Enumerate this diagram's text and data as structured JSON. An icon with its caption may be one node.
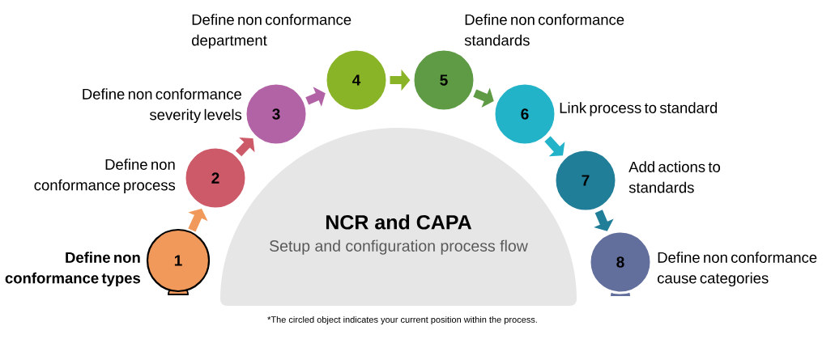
{
  "diagram": {
    "caption": "*The circled object indicates your current position within the process.",
    "nodes": [
      {
        "text": [
          "1"
        ],
        "beside": [
          "Define non conformance types"
        ]
      },
      {
        "text": [
          "2"
        ],
        "beside": [
          "Define non conformance process"
        ]
      },
      {
        "text": [
          "3"
        ],
        "beside": [
          "Define non conformance severity levels"
        ]
      },
      {
        "text": [
          "4"
        ],
        "beside": [
          "Define non conformance department"
        ]
      },
      {
        "text": [
          "5"
        ],
        "beside": [
          "Define non conformance standards"
        ]
      },
      {
        "text": [
          "6"
        ],
        "beside": [
          "Link process to standard"
        ]
      },
      {
        "text": [
          "7"
        ],
        "beside": [
          "Add actions to standards"
        ]
      },
      {
        "text": [
          "8"
        ],
        "beside": [
          "Define non conformance cause categories"
        ]
      },
      {
        "text": [
          "NCR and CAPA",
          "Setup and configuration process flow"
        ]
      }
    ],
    "edges": [
      {
        "from": 0,
        "to": 1,
        "arrow": "to",
        "color": "#f0995a"
      },
      {
        "from": 1,
        "to": 2,
        "arrow": "to",
        "color": "#cd5a68"
      },
      {
        "from": 2,
        "to": 3,
        "arrow": "to",
        "color": "#b263a6"
      },
      {
        "from": 3,
        "to": 4,
        "arrow": "to",
        "color": "#8ab427"
      },
      {
        "from": 4,
        "to": 5,
        "arrow": "to",
        "color": "#5f9a45"
      },
      {
        "from": 5,
        "to": 6,
        "arrow": "to",
        "color": "#22b3c9"
      },
      {
        "from": 6,
        "to": 7,
        "arrow": "to",
        "color": "#217e98"
      }
    ]
  }
}
